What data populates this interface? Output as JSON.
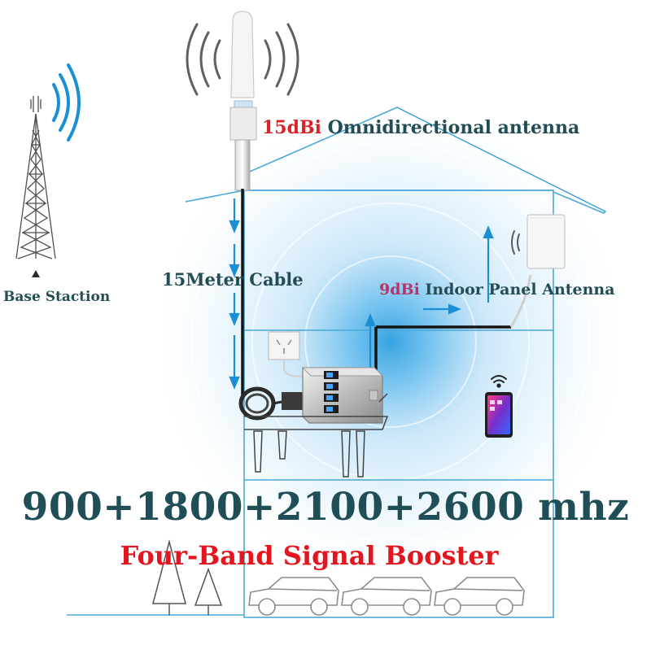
{
  "labels": {
    "antenna_gain": "15dBi",
    "antenna_name": "Omnidirectional antenna",
    "panel_gain": "9dBi",
    "panel_name": "Indoor Panel Antenna",
    "cable": "15Meter Cable",
    "base_station": "Base Staction"
  },
  "headline": {
    "bands": "900+1800+2100+2600 mhz",
    "product": "Four-Band Signal Booster"
  },
  "colors": {
    "signal_blue": "#1a8fd6",
    "house_outline": "#4aa8d8",
    "heading_dark": "#1f4e56",
    "accent_red": "#e3161f",
    "accent_pink": "#b8336a"
  }
}
